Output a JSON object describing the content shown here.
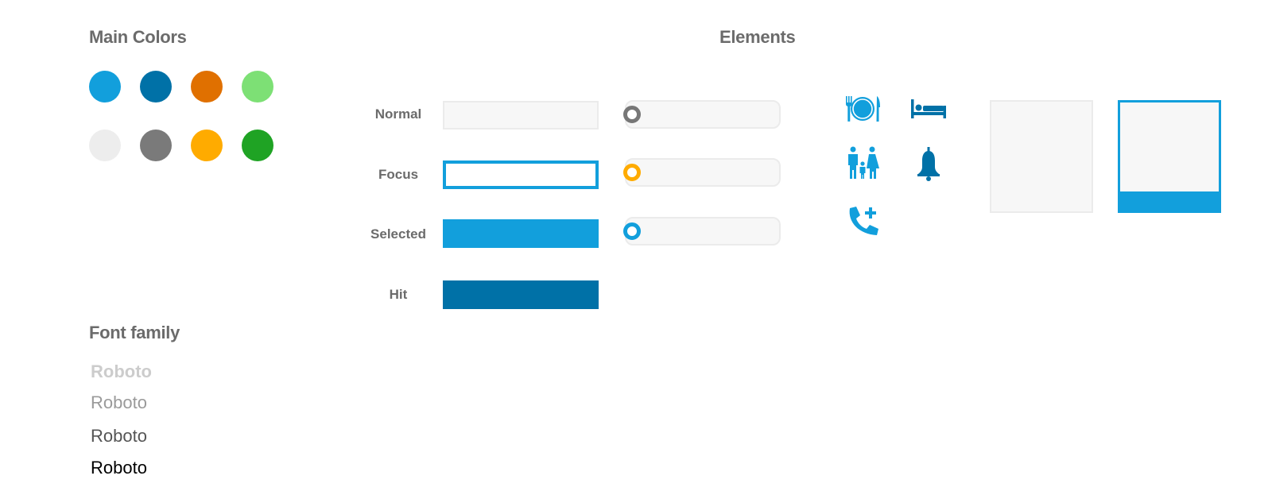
{
  "main_colors": {
    "title": "Main Colors",
    "swatches": [
      {
        "name": "light-blue",
        "color": "#129fdc"
      },
      {
        "name": "dark-blue",
        "color": "#0071a7"
      },
      {
        "name": "dark-orange",
        "color": "#e07000"
      },
      {
        "name": "light-green",
        "color": "#7de075"
      },
      {
        "name": "light-gray",
        "color": "#ededed"
      },
      {
        "name": "gray",
        "color": "#7a7a7a"
      },
      {
        "name": "amber",
        "color": "#ffab00"
      },
      {
        "name": "green",
        "color": "#1fa324"
      }
    ]
  },
  "font_family": {
    "title": "Font family",
    "samples": [
      {
        "text": "Roboto",
        "color": "#cccccc",
        "weight": "bold"
      },
      {
        "text": "Roboto",
        "color": "#9a9a9a",
        "weight": "normal"
      },
      {
        "text": "Roboto",
        "color": "#555555",
        "weight": "normal"
      },
      {
        "text": "Roboto",
        "color": "#000000",
        "weight": "normal"
      }
    ]
  },
  "elements": {
    "title": "Elements",
    "states": [
      {
        "label": "Normal",
        "style": "normal"
      },
      {
        "label": "Focus",
        "style": "focus"
      },
      {
        "label": "Selected",
        "style": "selected"
      },
      {
        "label": "Hit",
        "style": "hit"
      }
    ],
    "sliders": [
      {
        "knob_color": "#777777"
      },
      {
        "knob_color": "#ffab00"
      },
      {
        "knob_color": "#129fdc"
      }
    ],
    "icons": [
      {
        "name": "restaurant-icon",
        "color": "#129fdc"
      },
      {
        "name": "bed-icon",
        "color": "#0071a7"
      },
      {
        "name": "family-icon",
        "color": "#129fdc"
      },
      {
        "name": "bell-icon",
        "color": "#0071a7"
      },
      {
        "name": "phone-plus-icon",
        "color": "#129fdc"
      }
    ],
    "tiles": [
      {
        "state": "normal",
        "border_color": "#ebebeb"
      },
      {
        "state": "selected",
        "border_color": "#129fdc"
      }
    ]
  }
}
